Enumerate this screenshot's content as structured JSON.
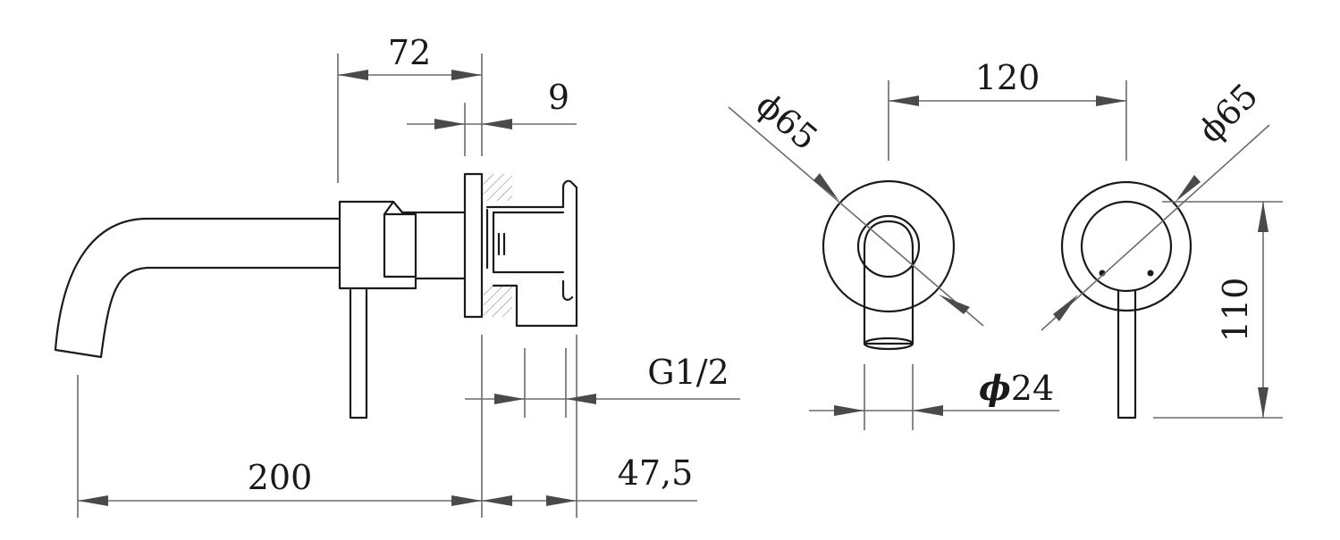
{
  "drawing": {
    "side_view": {
      "dim_width_flange": "72",
      "dim_plate": "9",
      "dim_thread": "G1/2",
      "dim_spout_length": "200",
      "dim_body_depth": "47,5"
    },
    "front_view": {
      "dim_rosette_left": "ϕ65",
      "dim_rosette_right": "ϕ65",
      "dim_centers": "120",
      "dim_spout_dia_symbol": "ϕ",
      "dim_spout_dia_value": "24",
      "dim_height": "110"
    }
  }
}
